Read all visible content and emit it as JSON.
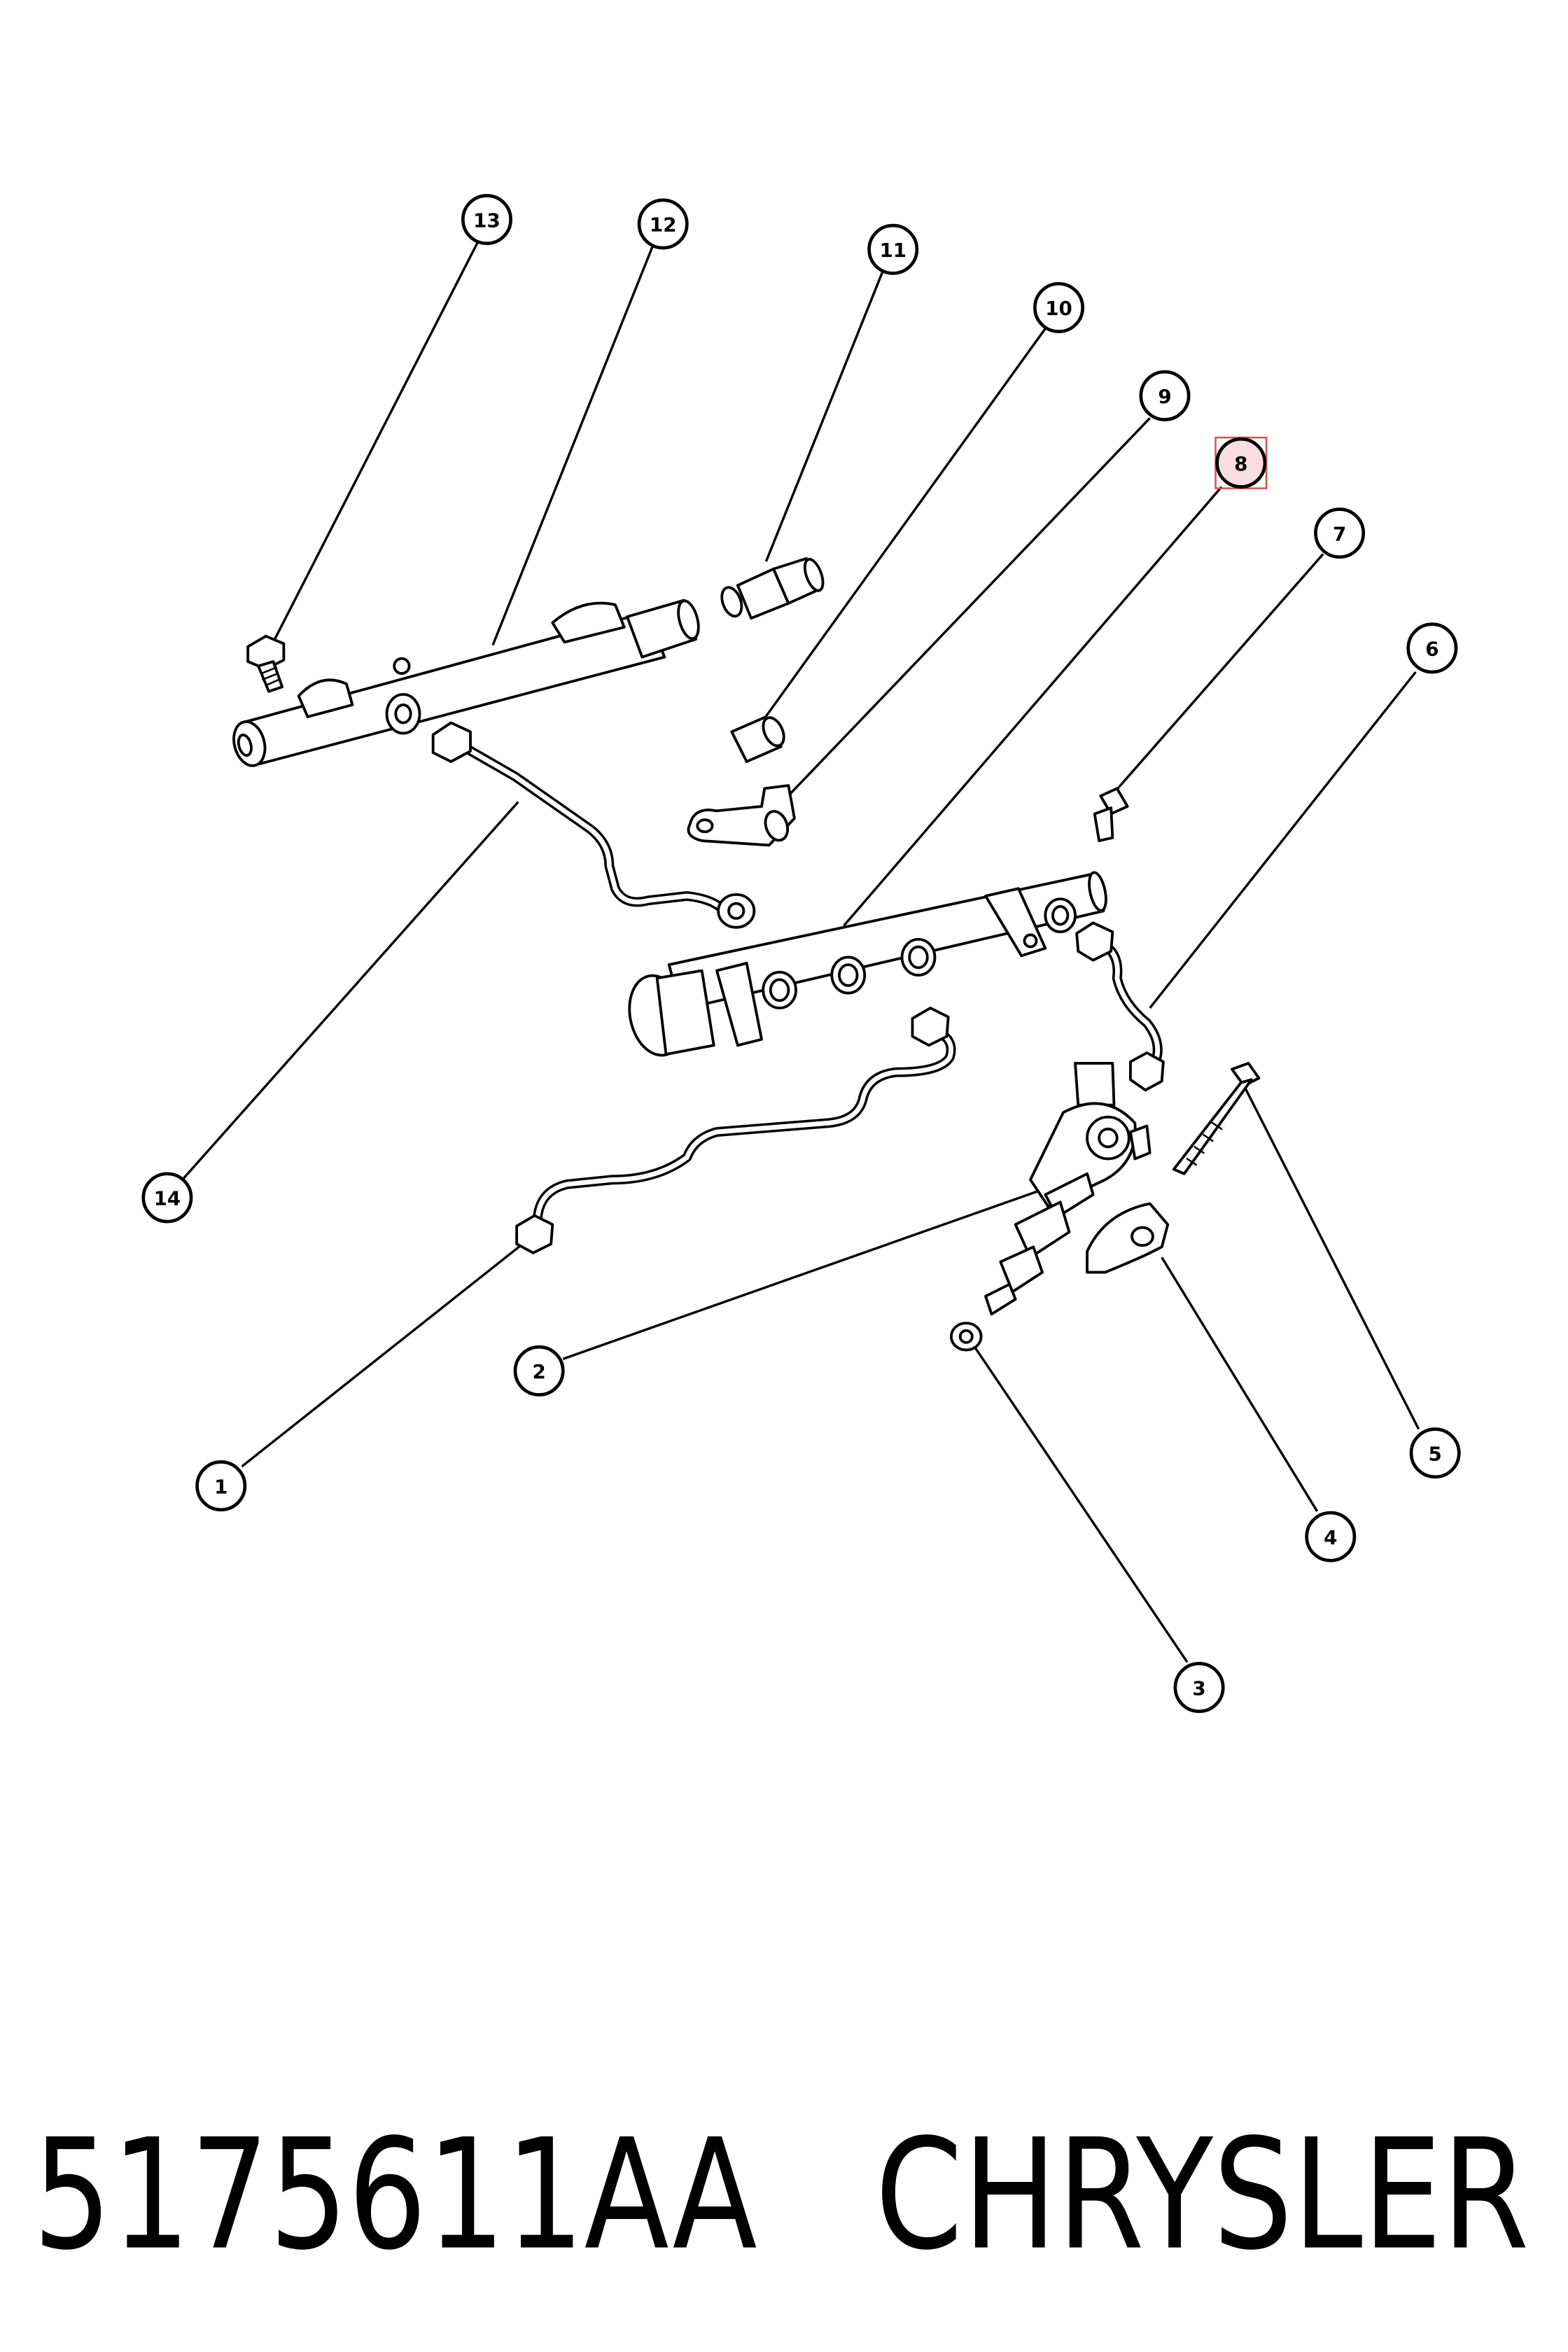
{
  "caption": {
    "part_number": "5175611AA",
    "brand": "CHRYSLER"
  },
  "callouts": [
    {
      "id": "1",
      "label": "1"
    },
    {
      "id": "2",
      "label": "2"
    },
    {
      "id": "3",
      "label": "3"
    },
    {
      "id": "4",
      "label": "4"
    },
    {
      "id": "5",
      "label": "5"
    },
    {
      "id": "6",
      "label": "6"
    },
    {
      "id": "7",
      "label": "7"
    },
    {
      "id": "8",
      "label": "8",
      "selected": true
    },
    {
      "id": "9",
      "label": "9"
    },
    {
      "id": "10",
      "label": "10"
    },
    {
      "id": "11",
      "label": "11"
    },
    {
      "id": "12",
      "label": "12"
    },
    {
      "id": "13",
      "label": "13"
    },
    {
      "id": "14",
      "label": "14"
    }
  ],
  "colors": {
    "line": "#000000",
    "background": "#ffffff",
    "selected_fill": "#f9dde3",
    "selected_outline": "#d9534f"
  }
}
